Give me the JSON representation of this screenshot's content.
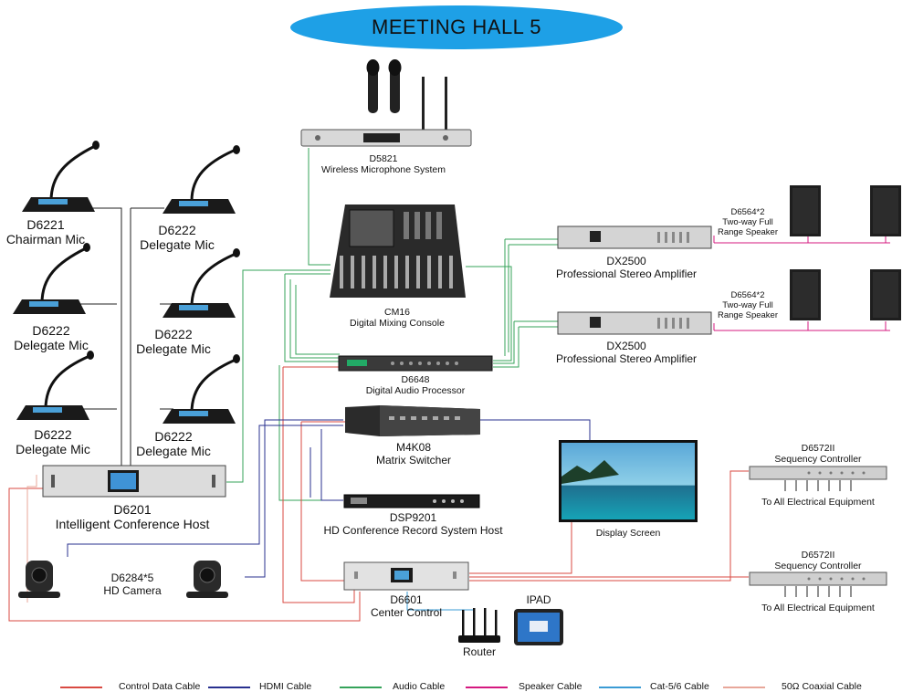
{
  "title": "MEETING HALL 5",
  "colors": {
    "title_fill": "#1ea0e6",
    "control": "#d94a42",
    "hdmi": "#28308f",
    "audio": "#35a35a",
    "speaker": "#d4187f",
    "cat": "#3a9bd4",
    "coax": "#e8a79a"
  },
  "devices": {
    "d5821": {
      "model": "D5821",
      "name": "Wireless Microphone System"
    },
    "cm16": {
      "model": "CM16",
      "name": "Digital Mixing Console"
    },
    "d6648": {
      "model": "D6648",
      "name": "Digital Audio Processor"
    },
    "m4k08": {
      "model": "M4K08",
      "name": "Matrix Switcher"
    },
    "dsp9201": {
      "model": "DSP9201",
      "name": "HD Conference Record System Host"
    },
    "d6601": {
      "model": "D6601",
      "name": "Center Control"
    },
    "router": {
      "name": "Router"
    },
    "ipad": {
      "name": "IPAD"
    },
    "display": {
      "name": "Display Screen"
    },
    "d6201": {
      "model": "D6201",
      "name": "Intelligent Conference Host"
    },
    "camera": {
      "model": "D6284*5",
      "name": "HD  Camera"
    },
    "chairman": {
      "model": "D6221",
      "name": "Chairman Mic"
    },
    "delegate": {
      "model": "D6222",
      "name": "Delegate Mic"
    },
    "amp1": {
      "model": "DX2500",
      "name": "Professional Stereo Amplifier"
    },
    "amp2": {
      "model": "DX2500",
      "name": "Professional Stereo Amplifier"
    },
    "spk1": {
      "model": "D6564*2",
      "line1": "Two-way Full",
      "line2": "Range Speaker"
    },
    "spk2": {
      "model": "D6564*2",
      "line1": "Two-way Full",
      "line2": "Range Speaker"
    },
    "seq1": {
      "model": "D6572II",
      "name": "Sequency Controller",
      "note": "To All Electrical Equipment"
    },
    "seq2": {
      "model": "D6572II",
      "name": "Sequency Controller",
      "note": "To All Electrical Equipment"
    }
  },
  "legend": [
    {
      "label": "Control Data Cable",
      "color": "#d94a42"
    },
    {
      "label": "HDMI Cable",
      "color": "#28308f"
    },
    {
      "label": "Audio Cable",
      "color": "#35a35a"
    },
    {
      "label": "Speaker Cable",
      "color": "#d4187f"
    },
    {
      "label": "Cat-5/6 Cable",
      "color": "#3a9bd4"
    },
    {
      "label": "50Ω Coaxial Cable",
      "color": "#e8a79a"
    }
  ]
}
